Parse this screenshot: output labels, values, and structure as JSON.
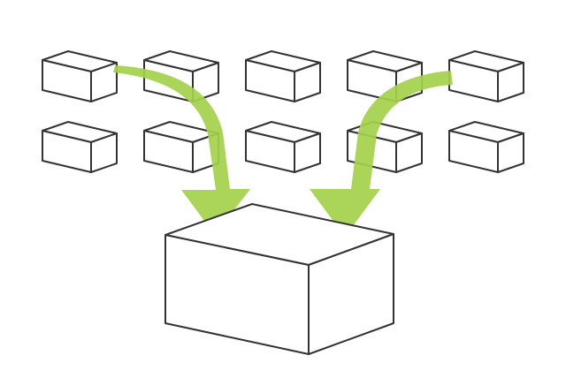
{
  "diagram": {
    "description_text": "",
    "colors": {
      "background": "#ffffff",
      "stroke": "#333333",
      "box_fill": "#ffffff",
      "arrow": "#a3d14a"
    },
    "small_boxes": {
      "rows": 2,
      "columns": 5,
      "count": 10
    },
    "large_box": {
      "count": 1
    },
    "arrows": {
      "count": 2,
      "icon": "merge-arrow-icon"
    }
  }
}
